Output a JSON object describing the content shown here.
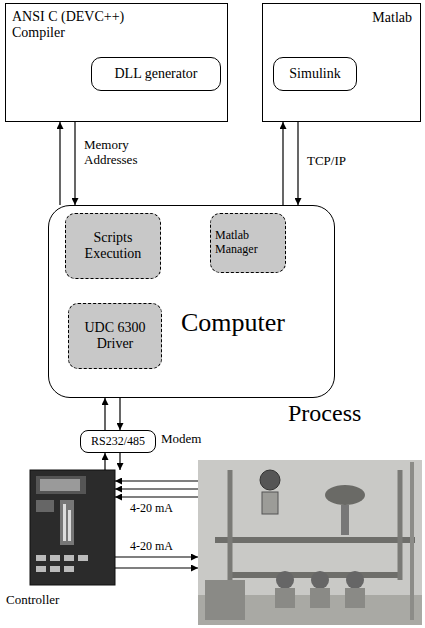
{
  "diagram": {
    "nodes": [
      {
        "text": [
          "ANSI C (DEVC++) Compiler"
        ]
      },
      {
        "text": [
          "DLL generator"
        ],
        "in": 0
      },
      {
        "text": [
          "Matlab"
        ]
      },
      {
        "text": [
          "Simulink"
        ],
        "in": 2
      },
      {
        "text": [
          "Computer"
        ]
      },
      {
        "text": [
          "Scripts Execution"
        ],
        "in": 4
      },
      {
        "text": [
          "Matlab Manager"
        ],
        "in": 4
      },
      {
        "text": [
          "UDC 6300 Driver"
        ],
        "in": 4
      },
      {
        "text": [
          "RS232/485"
        ]
      },
      {
        "text": [
          "Controller"
        ]
      },
      {
        "text": [
          "Process"
        ]
      }
    ],
    "edges": [
      {
        "from": 4,
        "to": 0,
        "arrow": "to",
        "label": "Memory Addresses"
      },
      {
        "from": 0,
        "to": 4,
        "arrow": "to"
      },
      {
        "from": 4,
        "to": 2,
        "arrow": "to",
        "label": "TCP/IP"
      },
      {
        "from": 2,
        "to": 4,
        "arrow": "to"
      },
      {
        "from": 8,
        "to": 4,
        "arrow": "to"
      },
      {
        "from": 4,
        "to": 8,
        "arrow": "to"
      },
      {
        "from": 9,
        "to": 8,
        "arrow": "to"
      },
      {
        "from": 8,
        "to": 9,
        "arrow": "to"
      },
      {
        "from": 10,
        "to": 9,
        "arrow": "to"
      },
      {
        "from": 10,
        "to": 9,
        "arrow": "to"
      },
      {
        "from": 10,
        "to": 9,
        "arrow": "to"
      },
      {
        "from": 9,
        "to": 10,
        "arrow": "to"
      },
      {
        "from": 9,
        "to": 10,
        "arrow": "to"
      }
    ],
    "labels": [
      "Modem",
      "4-20 mA",
      "4-20 mA"
    ]
  }
}
